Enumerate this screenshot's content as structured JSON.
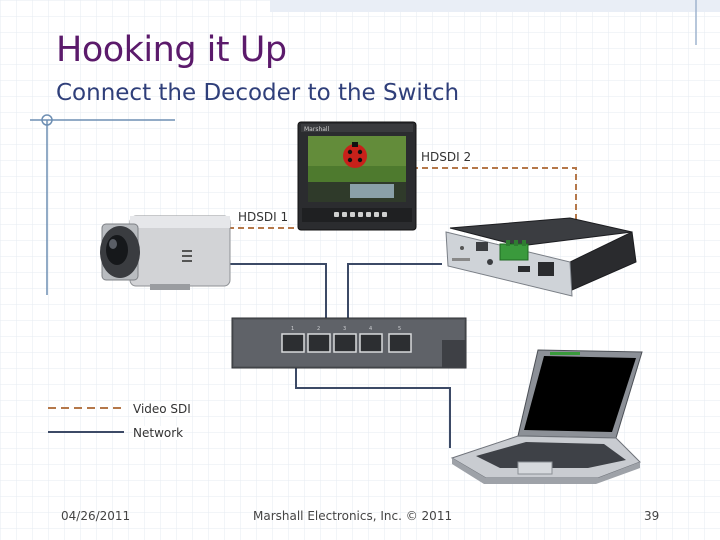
{
  "slide": {
    "title": "Hooking it Up",
    "subtitle": "Connect the Decoder to the Switch"
  },
  "labels": {
    "hdsdi1": "HDSDI 1",
    "hdsdi2": "HDSDI 2"
  },
  "legend": {
    "video_sdi": "Video SDI",
    "network": "Network"
  },
  "footer": {
    "date": "04/26/2011",
    "company": "Marshall Electronics, Inc. © 2011",
    "page": "39"
  },
  "devices": {
    "monitor_brand": "Marshall"
  },
  "colors": {
    "title": "#5b1a6b",
    "subtitle": "#2f3f7a",
    "sdi_line": "#b5784a",
    "network_line": "#3c4a66",
    "accent_rule": "#6e8fb3"
  }
}
